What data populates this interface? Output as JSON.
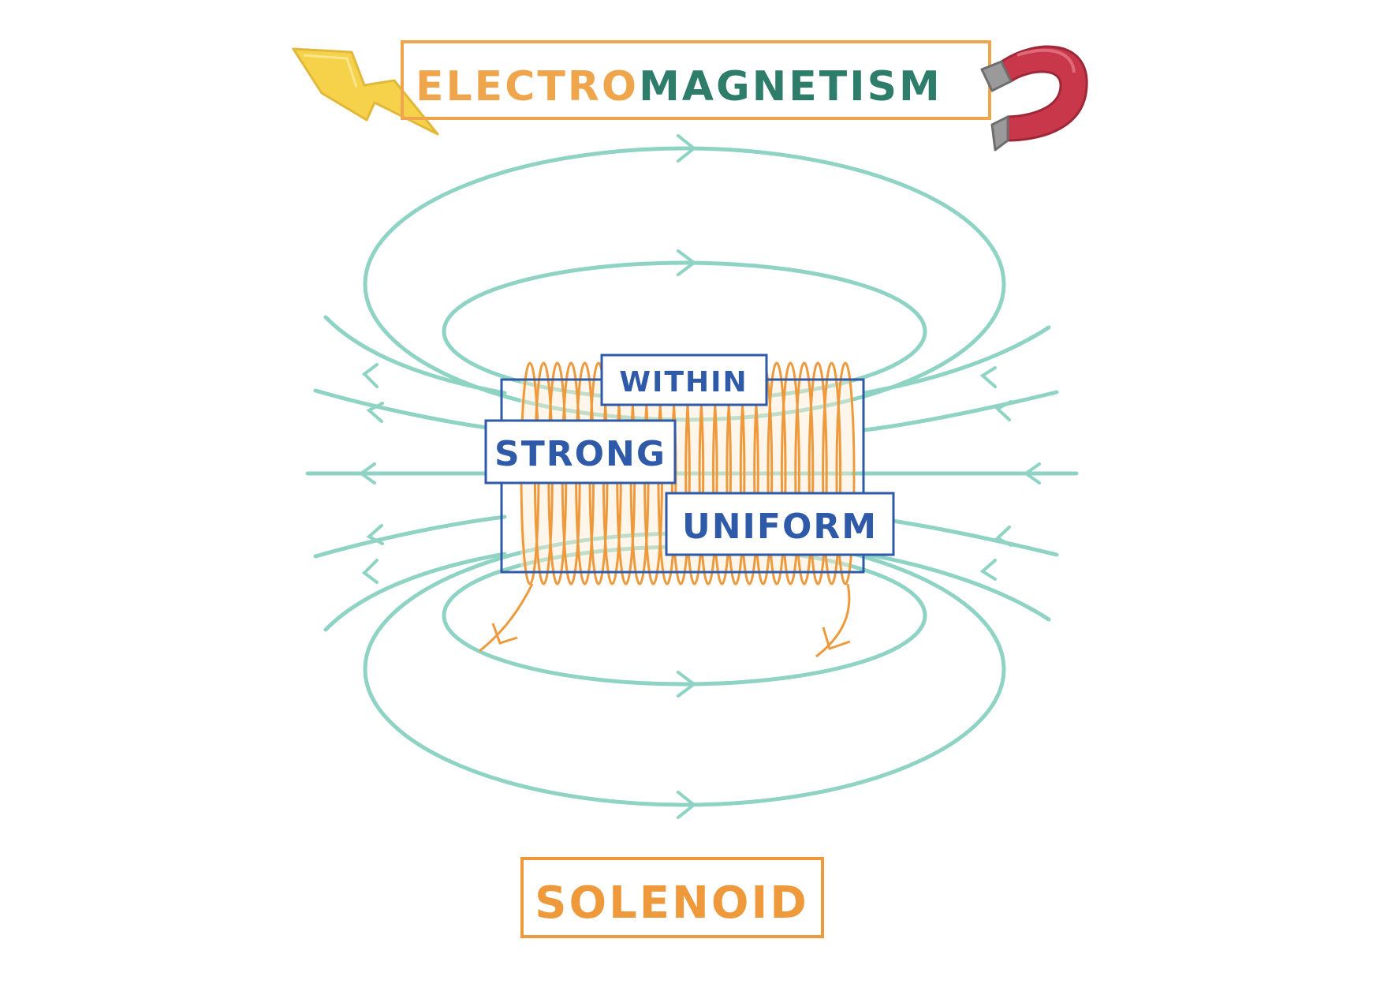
{
  "title": {
    "part1": "ELECTRO",
    "part2": "MAGNETISM"
  },
  "labels": {
    "within": "WITHIN",
    "strong": "STRONG",
    "uniform": "UNIFORM"
  },
  "caption": "SOLENOID",
  "icons": {
    "left": "lightning-bolt-icon",
    "right": "horseshoe-magnet-icon"
  },
  "colors": {
    "title_orange": "#EFA54C",
    "title_green": "#2E7D6B",
    "field_line": "#8ED3C4",
    "coil": "#EE9A3C",
    "label_blue": "#2E5AA8",
    "magnet_red": "#C8384A",
    "magnet_grey": "#9A9A9A",
    "bolt_yellow": "#F5D24A"
  }
}
